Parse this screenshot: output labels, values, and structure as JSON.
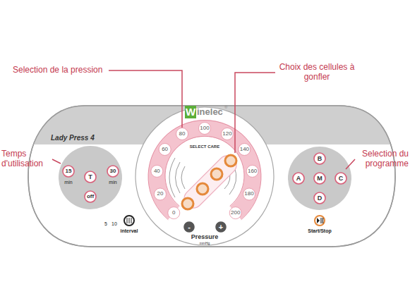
{
  "diagram": {
    "nodes": [
      {
        "text": [
          "Lady Press 4"
        ]
      },
      {
        "text": [
          "W"
        ],
        "in": 0
      },
      {
        "text": [
          "15",
          "min"
        ],
        "in": 0
      },
      {
        "text": [
          "T"
        ],
        "in": 0
      },
      {
        "text": [
          "30",
          "min"
        ],
        "in": 0
      },
      {
        "text": [
          "off"
        ],
        "in": 0
      },
      {
        "text": [
          "interval"
        ],
        "in": 0
      },
      {
        "text": [
          "-"
        ],
        "in": 0
      },
      {
        "text": [
          "+"
        ],
        "in": 0
      },
      {
        "text": [
          "B"
        ],
        "in": 0
      },
      {
        "text": [
          "A"
        ],
        "in": 0
      },
      {
        "text": [
          "M"
        ],
        "in": 0
      },
      {
        "text": [
          "C"
        ],
        "in": 0
      },
      {
        "text": [
          "D"
        ],
        "in": 0
      },
      {
        "text": [
          "Start/Stop"
        ],
        "in": 0
      }
    ],
    "labels": [
      "Selection de la pression",
      "Choix des cellules à gonfler",
      "Temps d'utilisation",
      "Selection du programme",
      "inelec",
      "®",
      "SELECT CARE",
      "0",
      "20",
      "40",
      "60",
      "80",
      "100",
      "120",
      "140",
      "160",
      "180",
      "200",
      "Pressure",
      "mmHg",
      "5",
      "10"
    ]
  }
}
